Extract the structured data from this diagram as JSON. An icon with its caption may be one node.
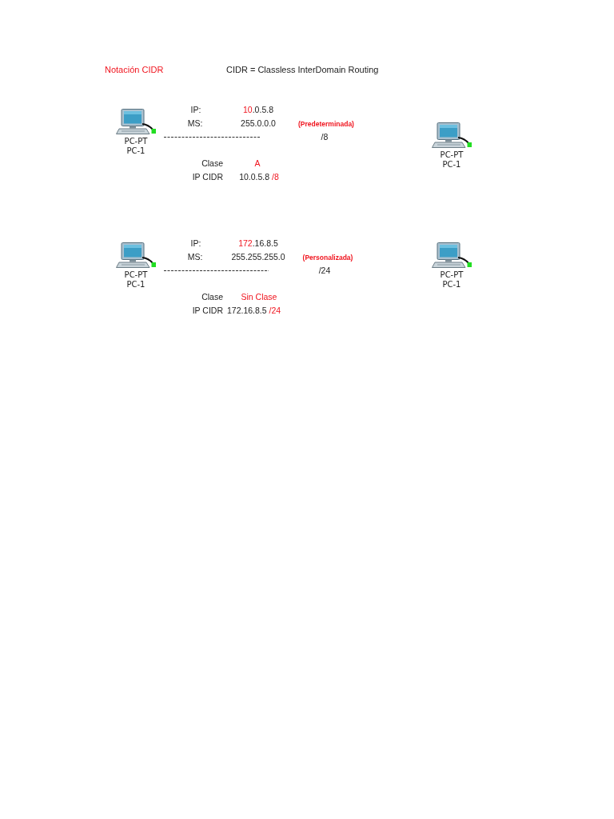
{
  "diagram": {
    "title": "Notación CIDR",
    "nodes": [
      {
        "text": [
          "PC-PT",
          "PC-1"
        ]
      },
      {
        "text": [
          "PC-PT",
          "PC-1"
        ]
      },
      {
        "text": [
          "PC-PT",
          "PC-1"
        ]
      },
      {
        "text": [
          "PC-PT",
          "PC-1"
        ]
      }
    ],
    "labels": [
      "CIDR = Classless InterDomain Routing",
      "IP:",
      "10.0.5.8",
      "MS:",
      "255.0.0.0",
      "(Predeterminada)",
      "/8",
      "Clase",
      "A",
      "IP CIDR",
      "10.0.5.8 /8",
      "IP:",
      "172.16.8.5",
      "MS:",
      "255.255.255.0",
      "(Personalizada)",
      "/24",
      "Clase",
      "Sin Clase",
      "IP CIDR",
      "172.16.8.5 /24"
    ]
  }
}
